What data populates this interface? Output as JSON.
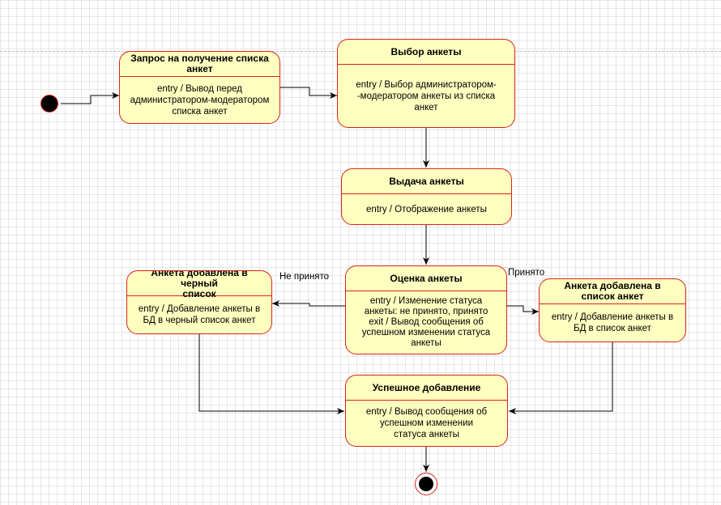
{
  "states": {
    "s1": {
      "title": "Запрос на получение списка\nанкет",
      "body": "entry /  Вывод перед\nадминистратором-модератором\nсписка анкет"
    },
    "s2": {
      "title": "Выбор анкеты",
      "body": "entry / Выбор администратором-\n-модератором анкеты из списка\nанкет"
    },
    "s3": {
      "title": "Выдача анкеты",
      "body": "entry / Отображение анкеты"
    },
    "s4": {
      "title": "Оценка анкеты",
      "body": "entry / Изменение статуса\nанкеты: не принято, принято\nexit / Вывод сообщения об\nуспешном изменении статуса\nанкеты"
    },
    "s5": {
      "title": "Анкета добавлена в черный\nсписок",
      "body": "entry / Добавление анкеты в\nБД в черный список анкет"
    },
    "s6": {
      "title": "Анкета добавлена в\nсписок анкет",
      "body": "entry / Добавление анкеты в\nБД в список анкет"
    },
    "s7": {
      "title": "Успешное добавление",
      "body": "entry / Вывод сообщения об\nуспешном изменении\nстатуса анкеты"
    }
  },
  "labels": {
    "rejected": "Не принято",
    "accepted": "Принято"
  },
  "colors": {
    "state_fill": "#ffffc0",
    "state_border": "#d9231b"
  }
}
